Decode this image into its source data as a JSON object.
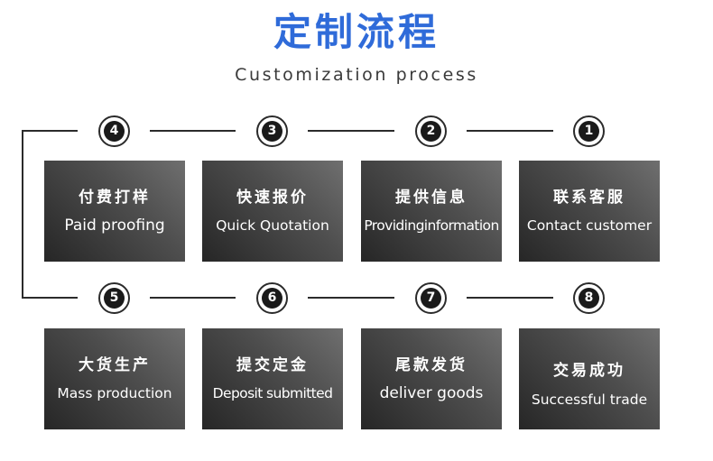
{
  "header": {
    "title": "定制流程",
    "subtitle": "Customization process"
  },
  "colors": {
    "title": "#2f6bd9",
    "line": "#2b2b2b",
    "card_dark": "#262626",
    "card_light": "#6f6f6f"
  },
  "steps": [
    {
      "number": "1",
      "cn": "联系客服",
      "en": "Contact customer"
    },
    {
      "number": "2",
      "cn": "提供信息",
      "en": "Providinginformation"
    },
    {
      "number": "3",
      "cn": "快速报价",
      "en": "Quick Quotation"
    },
    {
      "number": "4",
      "cn": "付费打样",
      "en": "Paid proofing"
    },
    {
      "number": "5",
      "cn": "大货生产",
      "en": "Mass production"
    },
    {
      "number": "6",
      "cn": "提交定金",
      "en": "Deposit submitted"
    },
    {
      "number": "7",
      "cn": "尾款发货",
      "en": "deliver goods"
    },
    {
      "number": "8",
      "cn": "交易成功",
      "en": "Successful trade"
    }
  ]
}
